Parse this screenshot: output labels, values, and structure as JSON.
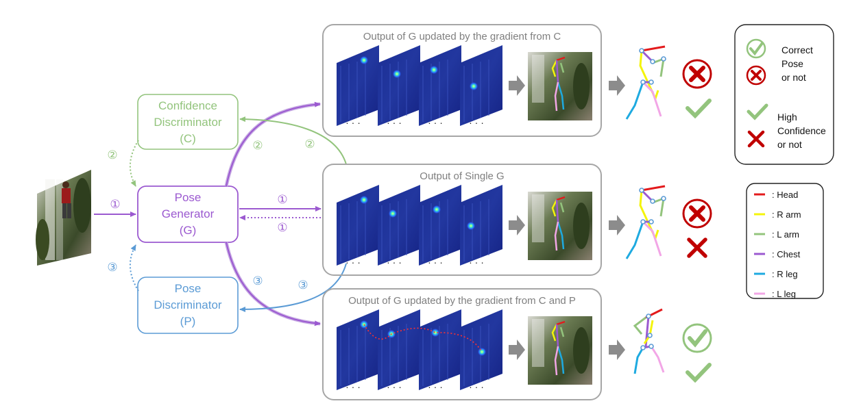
{
  "colors": {
    "generator": "#9b59d0",
    "confidence": "#93c47d",
    "pose": "#5b9bd5",
    "head": "#e31a1c",
    "r_arm": "#f4f40a",
    "l_arm": "#93c47d",
    "chest": "#9b59d0",
    "r_leg": "#1eaae0",
    "l_leg": "#f2a6e6",
    "correct": "#93c47d",
    "wrong": "#c00000"
  },
  "modules": {
    "confidence": {
      "line1": "Confidence",
      "line2": "Discriminator",
      "line3": "(C)"
    },
    "generator": {
      "line1": "Pose",
      "line2": "Generator",
      "line3": "(G)"
    },
    "pose": {
      "line1": "Pose",
      "line2": "Discriminator",
      "line3": "(P)"
    }
  },
  "step_labels": {
    "one": "①",
    "two": "②",
    "three": "③"
  },
  "panels": {
    "top": {
      "title": "Output of G updated by the gradient from C"
    },
    "middle": {
      "title": "Output of Single G"
    },
    "bottom": {
      "title": "Output of G updated by the gradient from C and P"
    }
  },
  "dots": "· · ·",
  "legend_top": {
    "correct_label_1": "Correct",
    "correct_label_2": "Pose",
    "correct_label_3": "or not",
    "confidence_label_1": "High",
    "confidence_label_2": "Confidence",
    "confidence_label_3": "or not"
  },
  "legend_parts": [
    {
      "label": ":  Head",
      "color": "#e31a1c"
    },
    {
      "label": ":  R arm",
      "color": "#f4f40a"
    },
    {
      "label": ":  L arm",
      "color": "#93c47d"
    },
    {
      "label": ":  Chest",
      "color": "#9b59d0"
    },
    {
      "label": ":  R leg",
      "color": "#1eaae0"
    },
    {
      "label": ":  L leg",
      "color": "#f2a6e6"
    }
  ]
}
